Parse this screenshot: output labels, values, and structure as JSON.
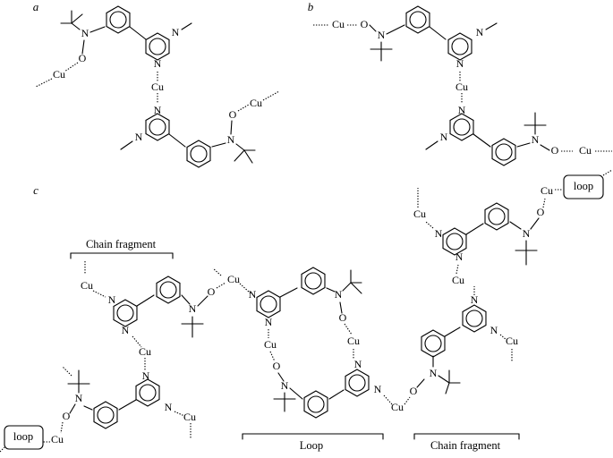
{
  "panels": {
    "a": "a",
    "b": "b",
    "c": "c"
  },
  "atoms": {
    "cu": "Cu",
    "n": "N",
    "o": "O"
  },
  "captions": {
    "chain_fragment_top": "Chain fragment",
    "chain_fragment_bottom": "Chain fragment",
    "loop_bracket": "Loop"
  },
  "boxes": {
    "loop_left": "loop",
    "loop_right": "loop"
  }
}
